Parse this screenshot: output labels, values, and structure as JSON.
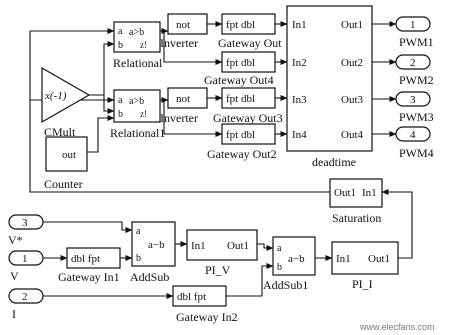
{
  "blocks": {
    "relational": {
      "a": "a",
      "b": "b",
      "op": "a>b",
      "z": "z!",
      "name": "Relational"
    },
    "relational1": {
      "a": "a",
      "b": "b",
      "op": "a>b",
      "z": "z!",
      "name": "Relational1"
    },
    "inverter": {
      "text": "not",
      "name": "Inverter"
    },
    "inverter1": {
      "text": "not",
      "name": "Inverter"
    },
    "gateway_out": {
      "text": "fpt  dbl",
      "name": "Gateway Out"
    },
    "gateway_out4": {
      "text": "fpt  dbl",
      "name": "Gateway Out4"
    },
    "gateway_out3": {
      "text": "fpt  dbl",
      "name": "Gateway Out3"
    },
    "gateway_out2": {
      "text": "fpt  dbl",
      "name": "Gateway Out2"
    },
    "cmult": {
      "text": "x(-1)",
      "name": "CMult"
    },
    "counter": {
      "text": "out",
      "name": "Counter"
    },
    "deadtime": {
      "name": "deadtime",
      "inputs": [
        "In1",
        "In2",
        "In3",
        "In4"
      ],
      "outputs": [
        "Out1",
        "Out2",
        "Out3",
        "Out4"
      ]
    },
    "pwm": [
      {
        "num": "1",
        "name": "PWM1"
      },
      {
        "num": "2",
        "name": "PWM2"
      },
      {
        "num": "3",
        "name": "PWM3"
      },
      {
        "num": "4",
        "name": "PWM4"
      }
    ],
    "saturation": {
      "out": "Out1",
      "in": "In1",
      "name": "Saturation"
    },
    "vstar": {
      "num": "3",
      "name": "V*"
    },
    "v": {
      "num": "1",
      "name": "V"
    },
    "i": {
      "num": "2",
      "name": "I"
    },
    "gateway_in1": {
      "text": "dbl  fpt",
      "name": "Gateway In1"
    },
    "gateway_in2": {
      "text": "dbl  fpt",
      "name": "Gateway In2"
    },
    "addsub": {
      "a": "a",
      "b": "b",
      "op": "a−b",
      "name": "AddSub"
    },
    "addsub1": {
      "a": "a",
      "b": "b",
      "op": "a−b",
      "name": "AddSub1"
    },
    "pi_v": {
      "in": "In1",
      "out": "Out1",
      "name": "PI_V"
    },
    "pi_i": {
      "in": "In1",
      "out": "Out1",
      "name": "PI_I"
    }
  },
  "watermark": "www.elecfans.com"
}
